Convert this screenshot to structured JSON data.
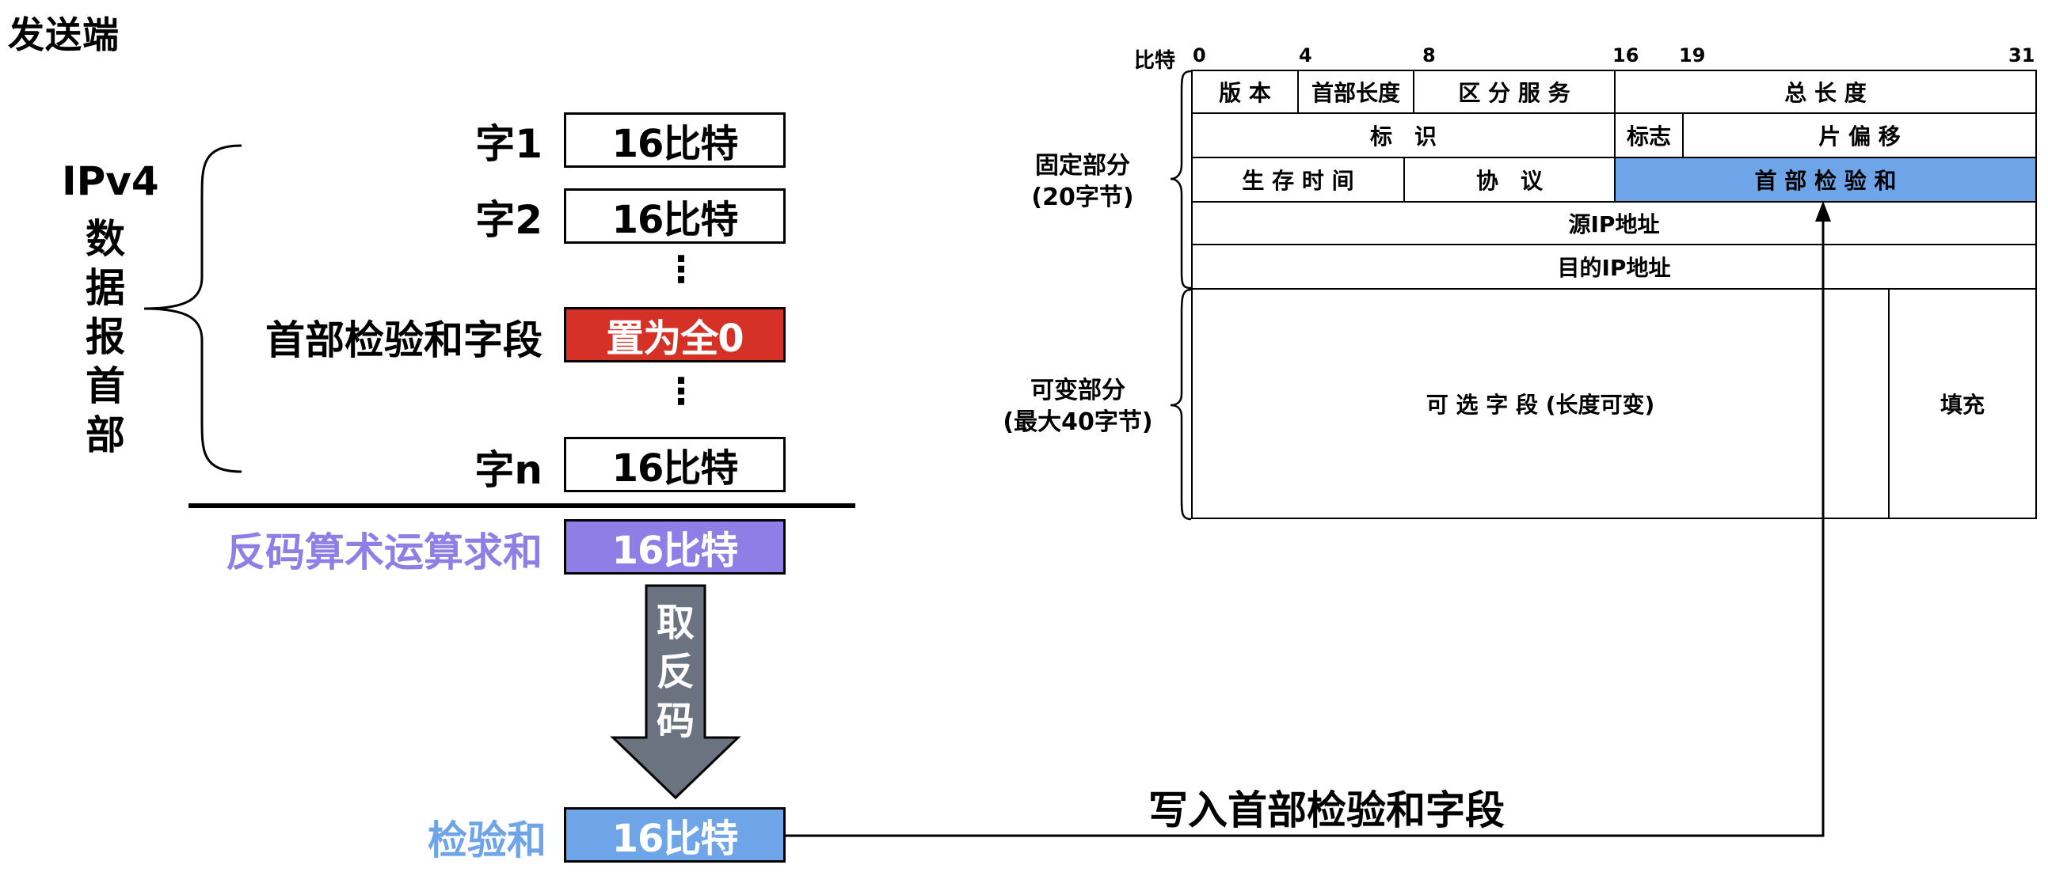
{
  "sender_title": "发送端",
  "header_label_chars": [
    "IPv4",
    "数",
    "据",
    "报",
    "首",
    "部"
  ],
  "rows": {
    "word1_label": "字1",
    "word2_label": "字2",
    "checksum_field_label": "首部检验和字段",
    "wordn_label": "字n",
    "box_16bit": "16比特",
    "box_zero": "置为全0",
    "ellipsis": "⋮"
  },
  "sum_label": "反码算术运算求和",
  "sum_box": "16比特",
  "invert_arrow_chars": [
    "取",
    "反",
    "码"
  ],
  "checksum_label": "检验和",
  "checksum_box": "16比特",
  "write_label": "写入首部检验和字段",
  "colors": {
    "red": "#d63127",
    "purple": "#8e7ee6",
    "blue": "#6ea4e8",
    "arrow_gray": "#6b7280"
  },
  "ip_header": {
    "bit_label": "比特",
    "bit_numbers": [
      "0",
      "4",
      "8",
      "16",
      "19",
      "31"
    ],
    "fixed_part": [
      "固定部分",
      "(20字节)"
    ],
    "variable_part": [
      "可变部分",
      "(最大40字节)"
    ],
    "row1": [
      "版 本",
      "首部长度",
      "区 分 服 务",
      "总 长 度"
    ],
    "row2": [
      "标　识",
      "标志",
      "片 偏 移"
    ],
    "row3": [
      "生 存 时 间",
      "协　议",
      "首 部 检 验 和"
    ],
    "row4": "源IP地址",
    "row5": "目的IP地址",
    "options": "可 选 字 段 (长度可变)",
    "padding": "填充"
  }
}
